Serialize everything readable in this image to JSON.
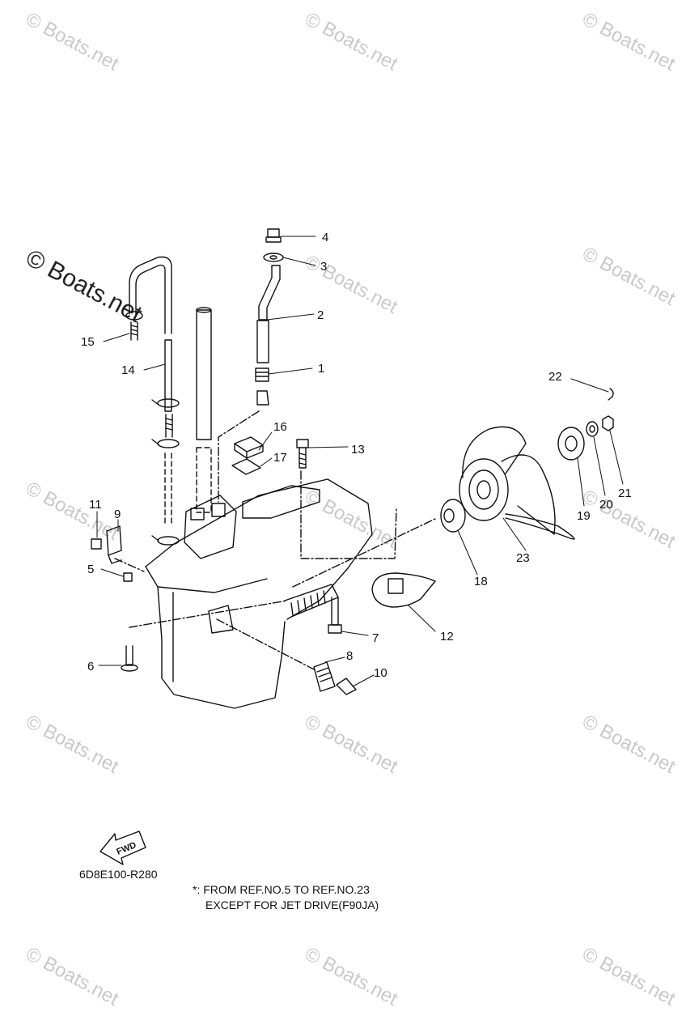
{
  "watermark": "© Boats.net",
  "diagram_code": "6D8E100-R280",
  "fwd_label": "FWD",
  "note": {
    "line1": "*: FROM REF.NO.5 TO REF.NO.23",
    "line2": "EXCEPT FOR JET DRIVE(F90JA)"
  },
  "callouts": [
    "1",
    "2",
    "3",
    "4",
    "5",
    "6",
    "7",
    "8",
    "9",
    "10",
    "11",
    "12",
    "13",
    "14",
    "15",
    "16",
    "17",
    "18",
    "19",
    "20",
    "21",
    "22",
    "23"
  ]
}
